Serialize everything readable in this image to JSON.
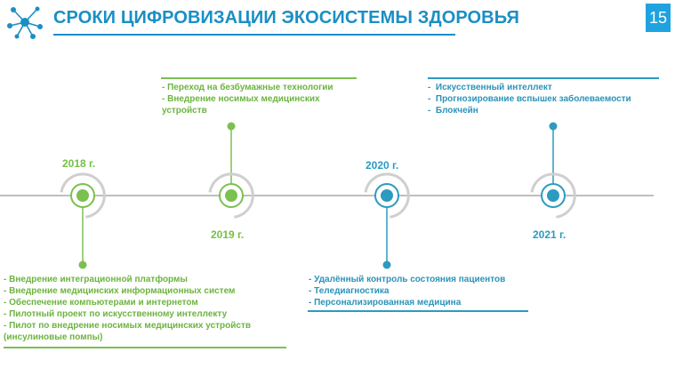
{
  "header": {
    "title": "СРОКИ ЦИФРОВИЗАЦИИ ЭКОСИСТЕМЫ ЗДОРОВЬЯ",
    "page_number": "15"
  },
  "colors": {
    "green": "#74c043",
    "blue": "#2b9bbf",
    "accent": "#1a8fc4"
  },
  "milestones": [
    {
      "year": "2018 г.",
      "items": [
        "- Внедрение интеграционной платформы",
        "- Внедрение медицинских информационных систем",
        "- Обеспечение компьютерами и интернетом",
        "- Пилотный проект по искусственному интеллекту",
        "- Пилот по внедрение носимых медицинских устройств",
        "(инсулиновые помпы)"
      ]
    },
    {
      "year": "2019 г.",
      "items": [
        "- Переход на безбумажные технологии",
        "- Внедрение носимых медицинских",
        "устройств"
      ]
    },
    {
      "year": "2020 г.",
      "items": [
        "- Удалённый контроль состояния пациентов",
        "- Теледиагностика",
        "- Персонализированная медицина"
      ]
    },
    {
      "year": "2021 г.",
      "items": [
        "-  Искусственный интеллект",
        "-  Прогнозирование вспышек заболеваемости",
        "-  Блокчейн"
      ]
    }
  ]
}
